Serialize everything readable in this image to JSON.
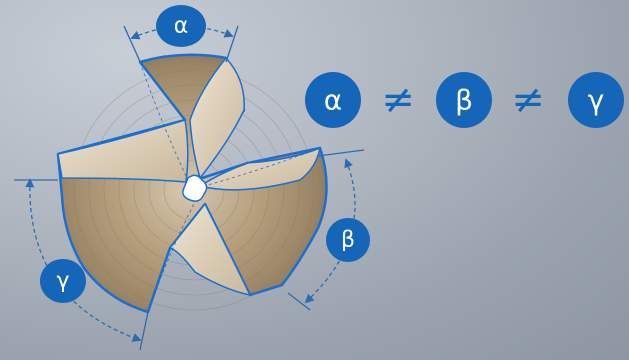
{
  "labels": {
    "alpha": "α",
    "beta": "β",
    "gamma": "γ"
  },
  "formula": {
    "alpha": "α",
    "neq_1": "≠",
    "beta": "β",
    "neq_2": "≠",
    "gamma": "γ"
  },
  "colors": {
    "badge_blue": "#1565b8",
    "edge_blue": "#1a6fd0",
    "dimension_line": "#2b6cb0",
    "background": "#a9b1bb"
  }
}
